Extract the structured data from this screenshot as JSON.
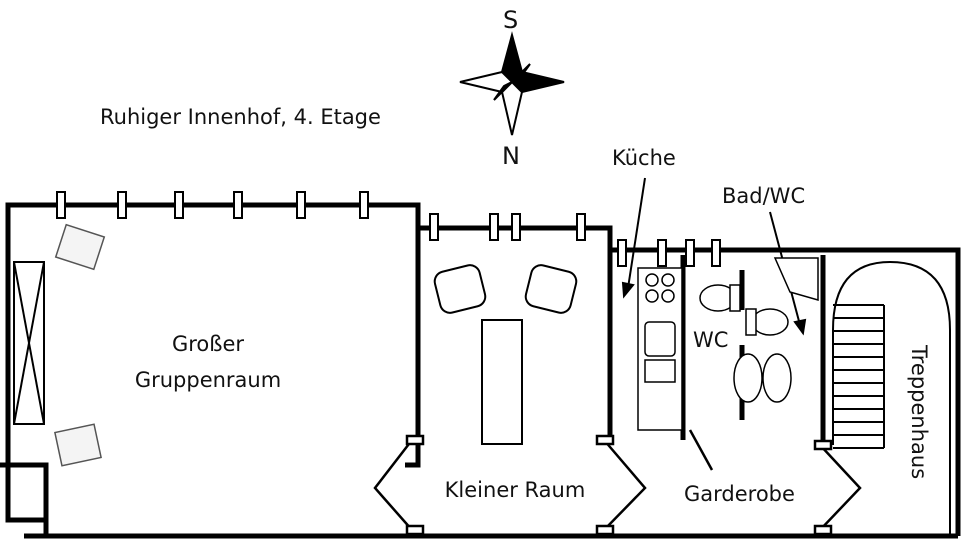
{
  "caption": "Ruhiger Innenhof, 4. Etage",
  "compass": {
    "top_letter": "S",
    "bottom_letter": "N"
  },
  "rooms": {
    "large_group_room": {
      "line1": "Großer",
      "line2": "Gruppenraum"
    },
    "small_room": "Kleiner Raum",
    "kitchen": "Küche",
    "bath": "Bad/WC",
    "wc": "WC",
    "wardrobe": "Garderobe",
    "stairwell": "Treppenhaus"
  },
  "colors": {
    "wall": "#000000",
    "fixture_fill": "#f4f4f4",
    "background": "#ffffff"
  }
}
